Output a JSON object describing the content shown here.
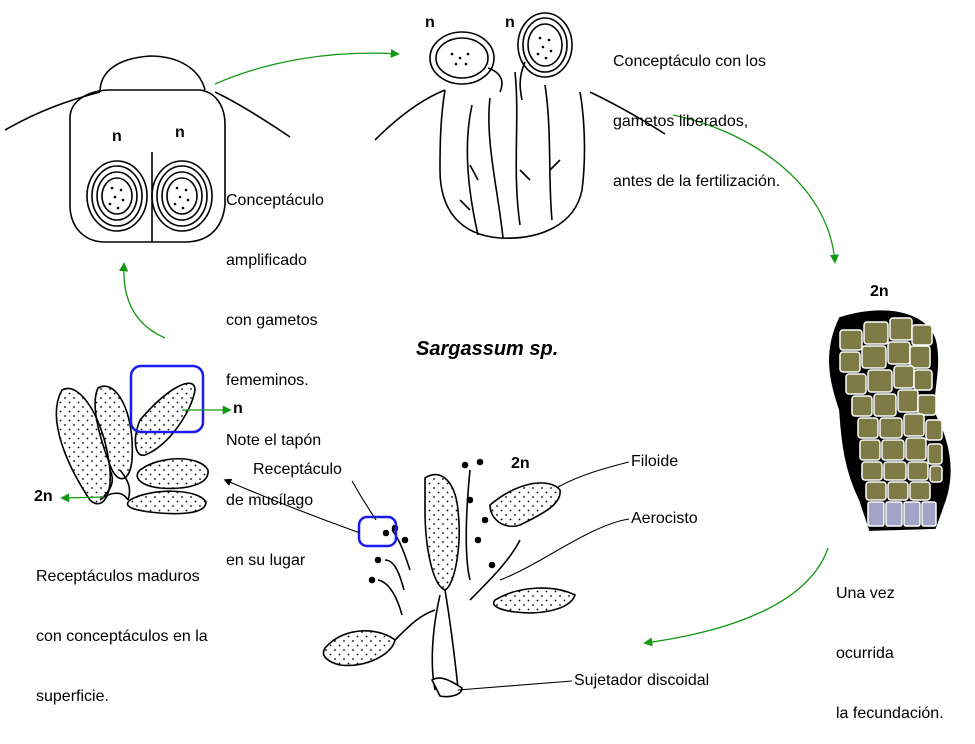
{
  "title": "Sargassum sp.",
  "colors": {
    "arrow": "#119911",
    "highlight": "#1a1aee",
    "cell_fill": "#7d7a45",
    "cell_base": "#a3a3c8",
    "outline": "#000000"
  },
  "labels": {
    "conceptacle_amplified": [
      "Conceptáculo",
      "amplificado",
      "con gametos",
      "fememinos.",
      "Note el tapón",
      "de mucílago",
      "en su lugar"
    ],
    "conceptacle_released": [
      "Conceptáculo con los",
      "gametos liberados,",
      "antes de la fertilización."
    ],
    "fertilization": [
      "Una vez",
      "ocurrida",
      "la fecundación."
    ],
    "receptacles": [
      "Receptáculos maduros",
      "con conceptáculos en la",
      "superficie."
    ],
    "receptacle": "Receptáculo",
    "phylloid": "Filoide",
    "aerocyst": "Aerocisto",
    "holdfast": "Sujetador discoidal"
  },
  "ploidy": {
    "haploid": "n",
    "diploid": "2n"
  }
}
